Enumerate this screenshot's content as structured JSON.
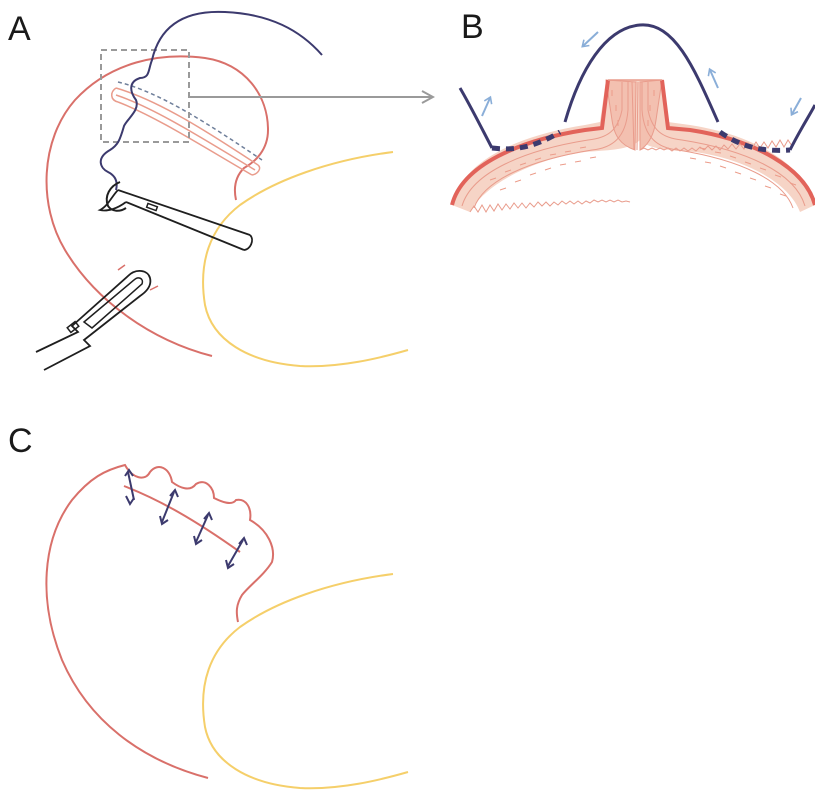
{
  "panels": {
    "a": {
      "label": "A"
    },
    "b": {
      "label": "B"
    },
    "c": {
      "label": "C"
    }
  },
  "colors": {
    "stomach_outline": "#d9706a",
    "duodenum_outline": "#f5cf6a",
    "suture": "#3c3a6e",
    "instrument": "#1f1f1f",
    "arrow_blue": "#8aaed8",
    "pointer_gray": "#9a9a9a",
    "tissue_fill": "#f6d4c6",
    "tissue_line": "#e99c8c"
  },
  "icons": [
    "needle-holder-icon",
    "grasper-icon",
    "zoom-arrow-icon",
    "traction-arrow-icon",
    "suture-knot-icon"
  ]
}
